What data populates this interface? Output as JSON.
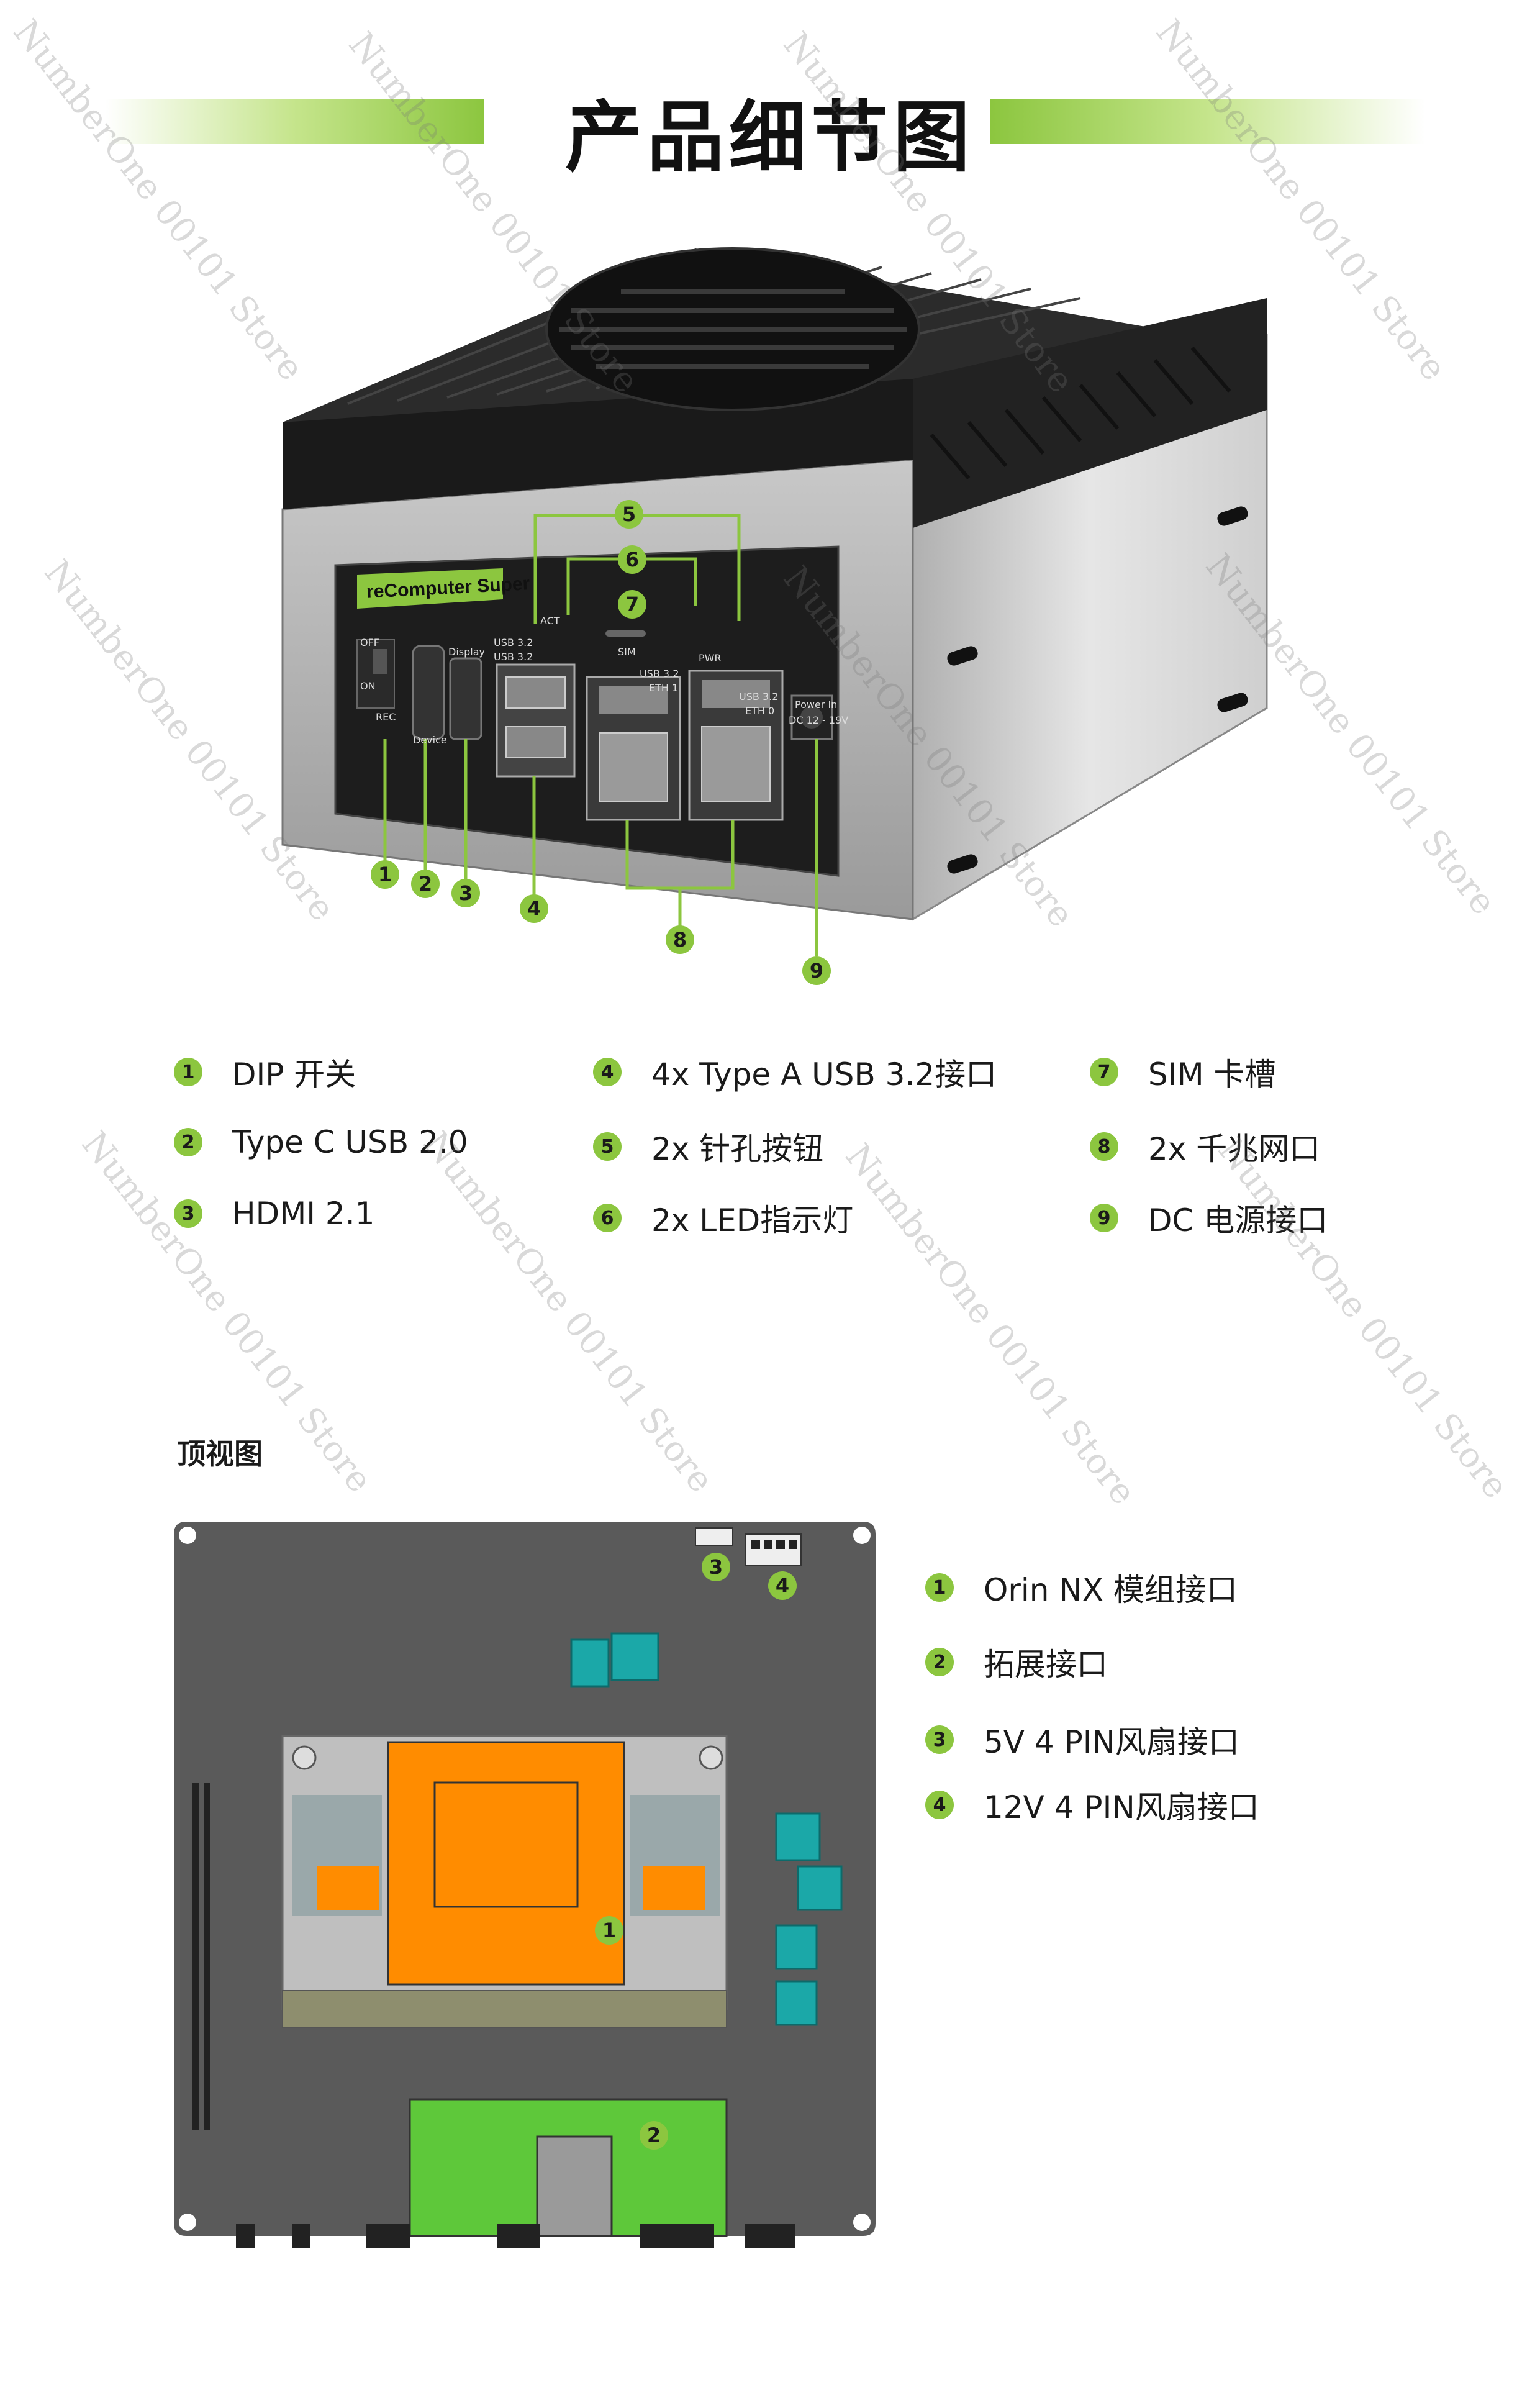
{
  "header": {
    "title": "产品细节图"
  },
  "device": {
    "brand_label": "reComputer Super",
    "port_labels": {
      "off": "OFF",
      "on": "ON",
      "rec": "REC",
      "display": "Display",
      "device": "Device",
      "usb_a": "USB 3.2",
      "usb_b": "USB 3.2",
      "act": "ACT",
      "sim": "SIM",
      "pwr": "PWR",
      "eth1_usb": "USB 3.2",
      "eth1": "ETH 1",
      "eth0_usb": "USB 3.2",
      "eth0": "ETH 0",
      "power_in": "Power In",
      "power_spec": "DC 12 - 19V"
    }
  },
  "device_callouts": [
    "1",
    "2",
    "3",
    "4",
    "5",
    "6",
    "7",
    "8",
    "9"
  ],
  "legend": [
    {
      "num": "1",
      "text": "DIP 开关"
    },
    {
      "num": "2",
      "text": "Type C USB 2.0"
    },
    {
      "num": "3",
      "text": "HDMI 2.1"
    },
    {
      "num": "4",
      "text": "4x Type A USB 3.2接口"
    },
    {
      "num": "5",
      "text": "2x 针孔按钮"
    },
    {
      "num": "6",
      "text": "2x LED指示灯"
    },
    {
      "num": "7",
      "text": "SIM 卡槽"
    },
    {
      "num": "8",
      "text": "2x 千兆网口"
    },
    {
      "num": "9",
      "text": "DC 电源接口"
    }
  ],
  "top_view": {
    "label": "顶视图",
    "callouts": [
      "1",
      "2",
      "3",
      "4"
    ],
    "legend": [
      {
        "num": "1",
        "text": "Orin NX 模组接口"
      },
      {
        "num": "2",
        "text": "拓展接口"
      },
      {
        "num": "3",
        "text": "5V 4 PIN风扇接口"
      },
      {
        "num": "4",
        "text": "12V 4 PIN风扇接口"
      }
    ]
  },
  "watermark": "NumberOne 00101 Store",
  "colors": {
    "accent": "#8cc63f",
    "module": "#ff8c00",
    "expansion": "#5ec83a",
    "teal": "#1ba8a8",
    "board": "#5a5a5a"
  }
}
